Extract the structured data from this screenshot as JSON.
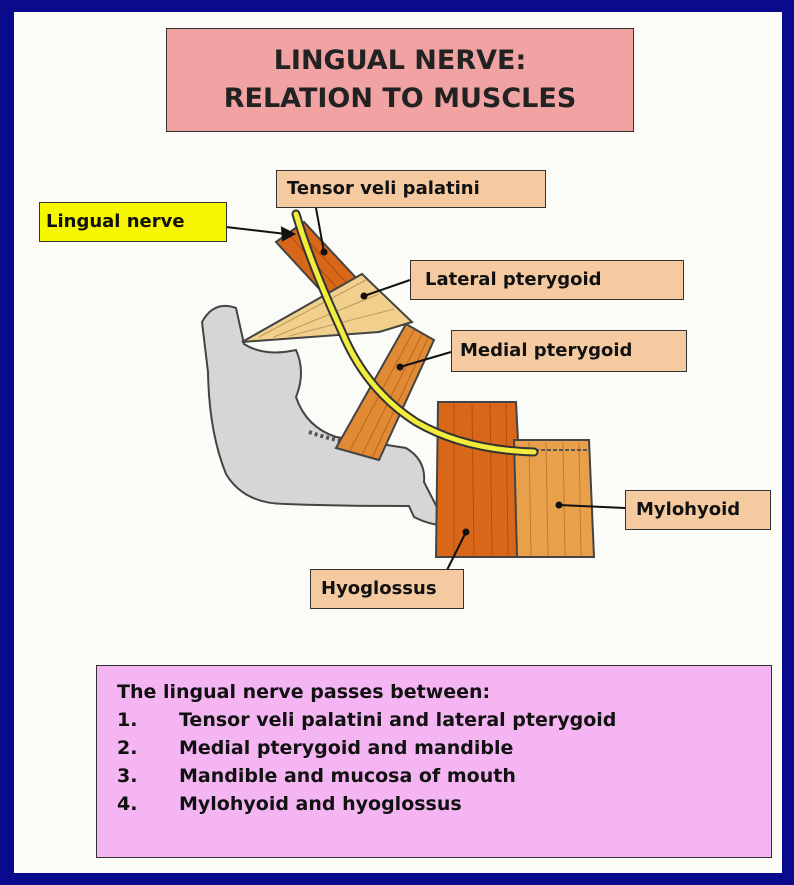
{
  "title": {
    "line1": "LINGUAL NERVE:",
    "line2": "RELATION TO MUSCLES"
  },
  "labels": {
    "lingual_nerve": "Lingual nerve",
    "tensor_veli_palatini": "Tensor veli palatini",
    "lateral_pterygoid": "Lateral pterygoid",
    "medial_pterygoid": "Medial pterygoid",
    "mylohyoid": "Mylohyoid",
    "hyoglossus": "Hyoglossus"
  },
  "summary": {
    "heading": "The lingual nerve passes between:",
    "items": [
      {
        "num": "1.",
        "text": "Tensor veli palatini and lateral pterygoid"
      },
      {
        "num": "2.",
        "text": "Medial pterygoid and mandible"
      },
      {
        "num": "3.",
        "text": "Mandible and mucosa of mouth"
      },
      {
        "num": "4.",
        "text": "Mylohyoid and hyoglossus"
      }
    ]
  },
  "colors": {
    "slide_border": "#0a0a8c",
    "title_box": "#f1a3a3",
    "label_box": "#f6caa0",
    "nerve_label_box": "#f6f600",
    "summary_box": "#f4b5f2",
    "nerve": "#f2ec3c",
    "muscle_dark": "#d9671a",
    "muscle_light": "#e9a04a",
    "bone": "#d6d6d6"
  }
}
